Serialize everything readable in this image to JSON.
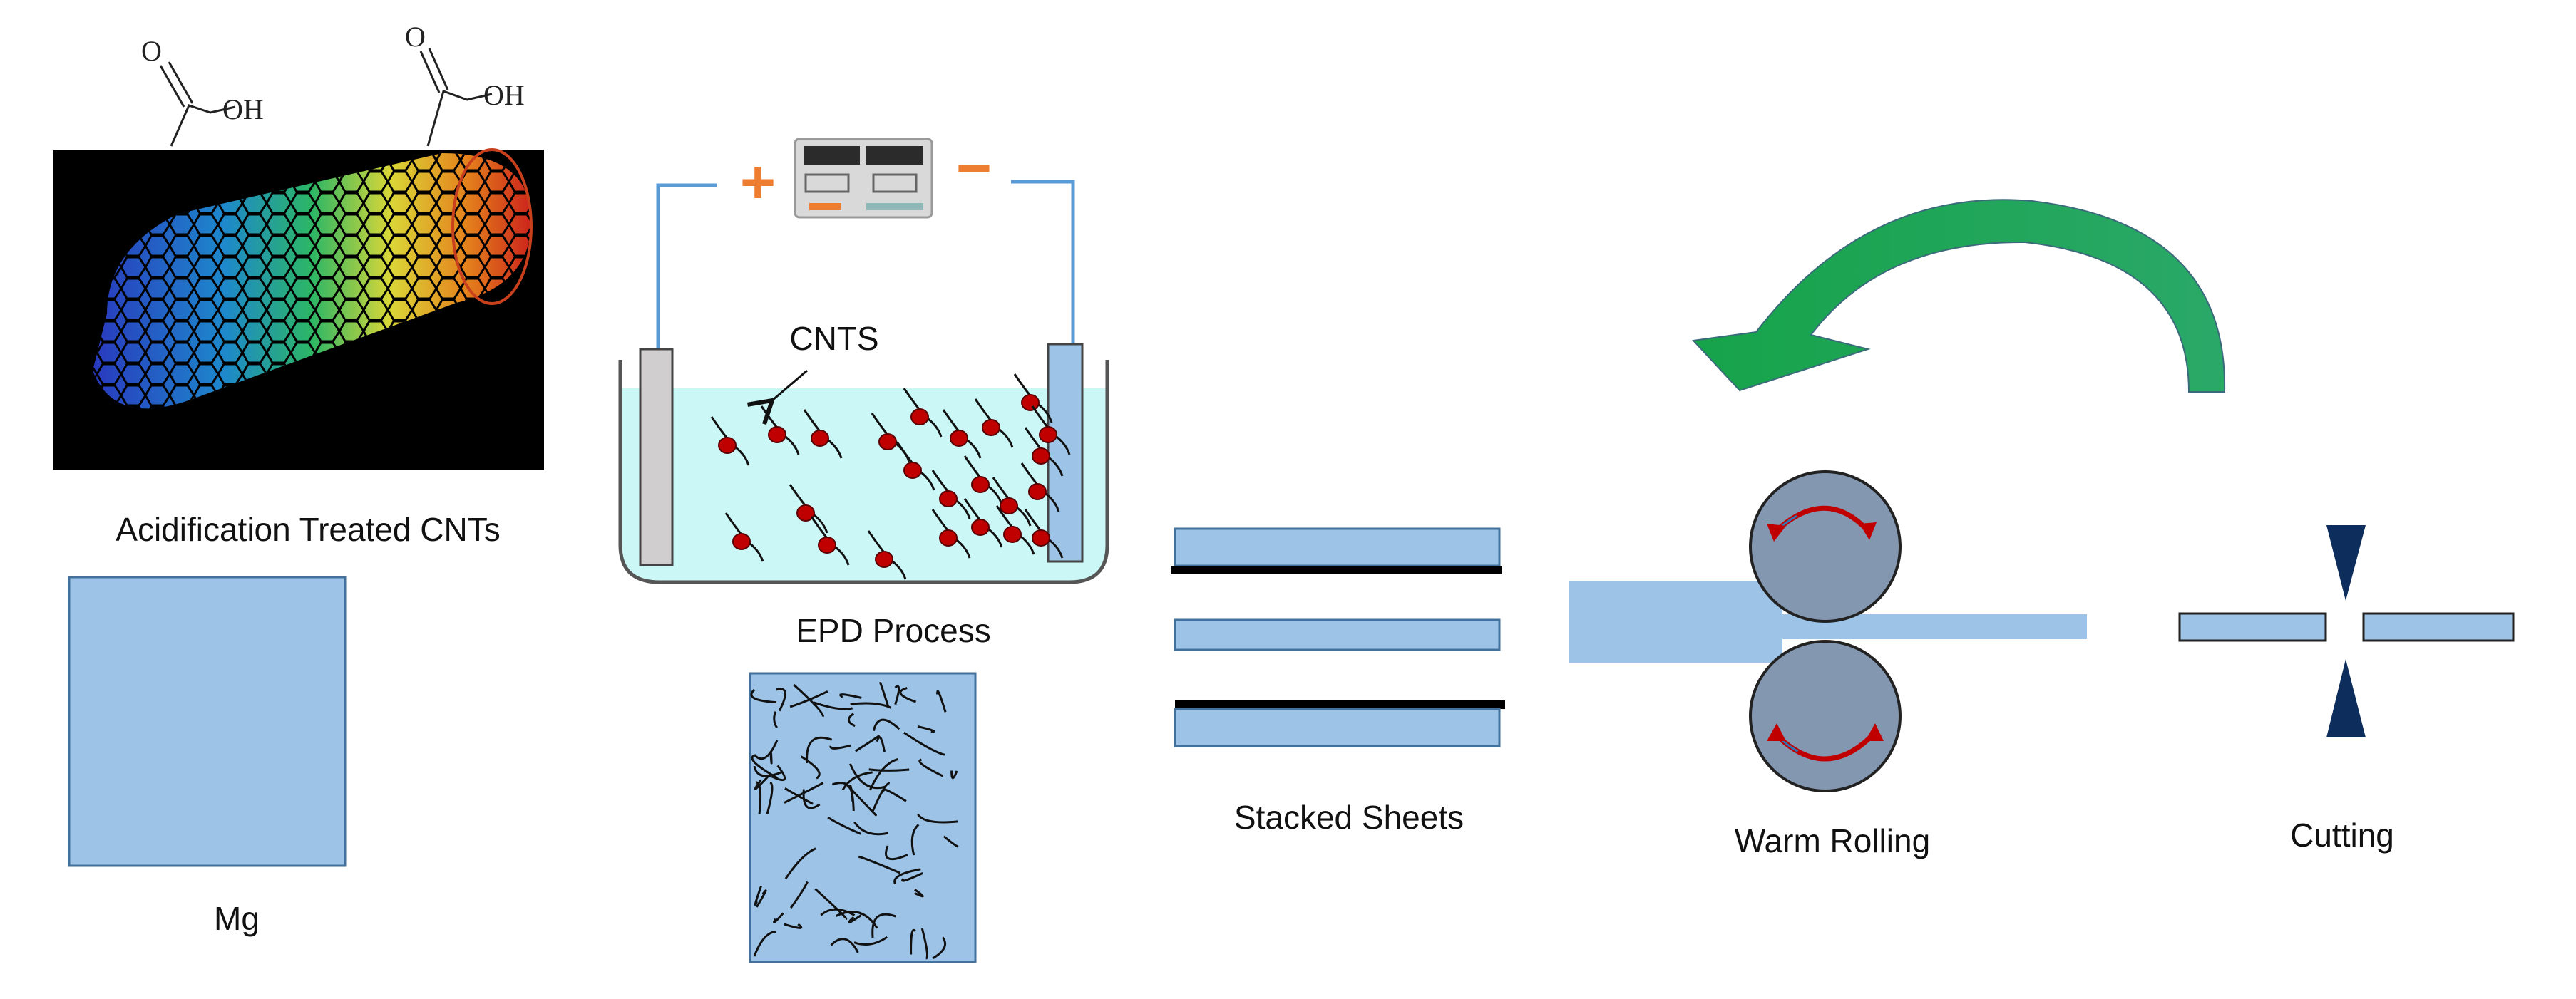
{
  "labels": {
    "cnts_caption": "Acidification Treated  CNTs",
    "mg_caption": "Mg",
    "epd_caption": "EPD Process",
    "cnts_pointer": "CNTS",
    "stacked_caption": "Stacked Sheets",
    "rolling_caption": "Warm Rolling",
    "cutting_caption": "Cutting"
  },
  "chem": {
    "oxygen": "O",
    "hydroxyl": "OH"
  },
  "power_supply": {
    "positive_symbol": "+",
    "negative_symbol": "−"
  },
  "colors": {
    "sheet_fill": "#9dc3e6",
    "sheet_stroke": "#41719c",
    "electrolyte": "#ccf7f7",
    "particle": "#c00000",
    "roller": "#8497b0",
    "arrow_green": "#1ea34b",
    "cut_blade": "#0d2e5c",
    "wire": "#5b9bd5",
    "terminal_orange": "#ed7d31"
  }
}
